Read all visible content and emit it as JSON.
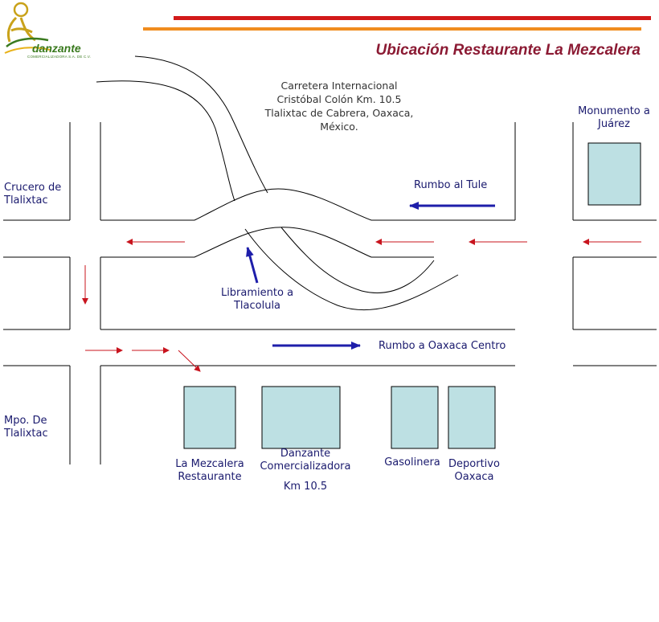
{
  "header": {
    "title": "Ubicación Restaurante La Mezcalera",
    "bar_colors": [
      "#d21a1a",
      "#f08c1e"
    ]
  },
  "logo": {
    "name": "danzante",
    "subtitle": "COMERCIALIZADORA S.A. DE C.V."
  },
  "address": {
    "lines": [
      "Carretera Internacional",
      "Cristóbal Colón Km. 10.5",
      "Tlalixtac de Cabrera, Oaxaca,",
      "México."
    ]
  },
  "places": {
    "crucero": [
      "Crucero de",
      "Tlalixtac"
    ],
    "monumento": [
      "Monumento a",
      "Juárez"
    ],
    "municipio": [
      "Mpo. De",
      "Tlalixtac"
    ],
    "libramiento": [
      "Libramiento a",
      "Tlacolula"
    ]
  },
  "directions": {
    "tule": "Rumbo al Tule",
    "oaxaca_centro": "Rumbo a Oaxaca Centro"
  },
  "buildings": {
    "mezcalera": [
      "La Mezcalera",
      "Restaurante"
    ],
    "danzante": [
      "Danzante",
      "Comercializadora"
    ],
    "km": "Km 10.5",
    "gasolinera": "Gasolinera",
    "deportivo": [
      "Deportivo",
      "Oaxaca"
    ]
  },
  "colors": {
    "building_fill": "#bde0e3",
    "road_line": "#000000",
    "arrow_red": "#c8141e",
    "arrow_blue": "#1e1eaa"
  }
}
